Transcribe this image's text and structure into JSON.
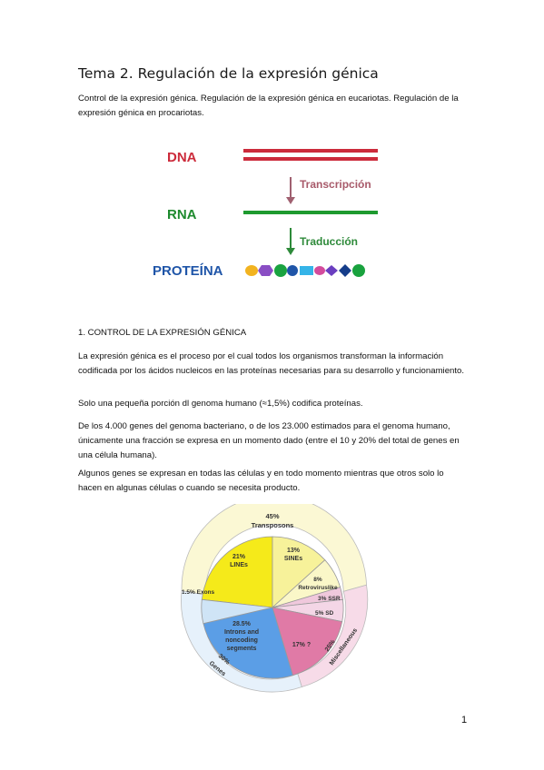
{
  "document": {
    "title": "Tema 2. Regulación de la expresión génica",
    "intro": "Control de la expresión génica. Regulación de la expresión génica en eucariotas. Regulación de la expresión génica en procariotas.",
    "section_heading": "1. CONTROL DE LA EXPRESIÓN GÉNICA",
    "paragraphs": [
      "La expresión génica es el proceso por el cual todos los organismos transforman la información codificada por los ácidos nucleicos en las proteínas necesarias para su desarrollo y funcionamiento.",
      "Solo una pequeña porción dl genoma humano (≈1,5%) codifica proteínas.",
      "De los 4.000 genes del genoma bacteriano, o de los 23.000 estimados para el genoma humano, únicamente una fracción se expresa en un momento dado (entre el 10 y 20% del total de genes en una célula humana).",
      "Algunos genes se expresan en todas las células y en todo momento mientras que otros solo lo hacen en algunas células o cuando se necesita producto."
    ],
    "page_number": "1"
  },
  "dogma_diagram": {
    "labels": {
      "dna": "DNA",
      "rna": "RNA",
      "protein": "PROTEÍNA"
    },
    "steps": {
      "transcription": "Transcripción",
      "translation": "Traducción"
    },
    "colors": {
      "dna": "#cc2b3b",
      "rna": "#1e9a2f",
      "protein": "#1f55a8",
      "arrow": "#a06070",
      "arrow2": "#2e8a3a"
    }
  },
  "genome_chart": {
    "outer_rings": {
      "transposons": {
        "percent": "45%",
        "name": "Transposons"
      },
      "genes": {
        "percent": "30%",
        "name": "Genes"
      },
      "misc": {
        "percent": "25%",
        "name": "Miscellaneous"
      }
    },
    "segments": {
      "lines": {
        "percent": "21%",
        "name": "LINEs"
      },
      "sines": {
        "percent": "13%",
        "name": "SINEs"
      },
      "retro": {
        "percent": "8%",
        "name": "Retroviruslike"
      },
      "ssr": "3% SSR",
      "sd": "5% SD",
      "unknown": "17% ?",
      "introns": {
        "percent": "28.5%",
        "line1": "Introns and",
        "line2": "noncoding",
        "line3": "segments"
      },
      "exons": "1.5% Exons"
    },
    "colors": {
      "lines": "#f5ea1a",
      "sines": "#f7f29a",
      "retro": "#faf7c8",
      "ssr": "#f0c8dc",
      "sd": "#f4d6e6",
      "unknown": "#e07aa6",
      "introns": "#5b9ee6",
      "exons": "#cfe4f6",
      "outer_trans": "#fbf8d4",
      "outer_genes": "#e6f1fb",
      "outer_misc": "#f7dbe8"
    }
  }
}
